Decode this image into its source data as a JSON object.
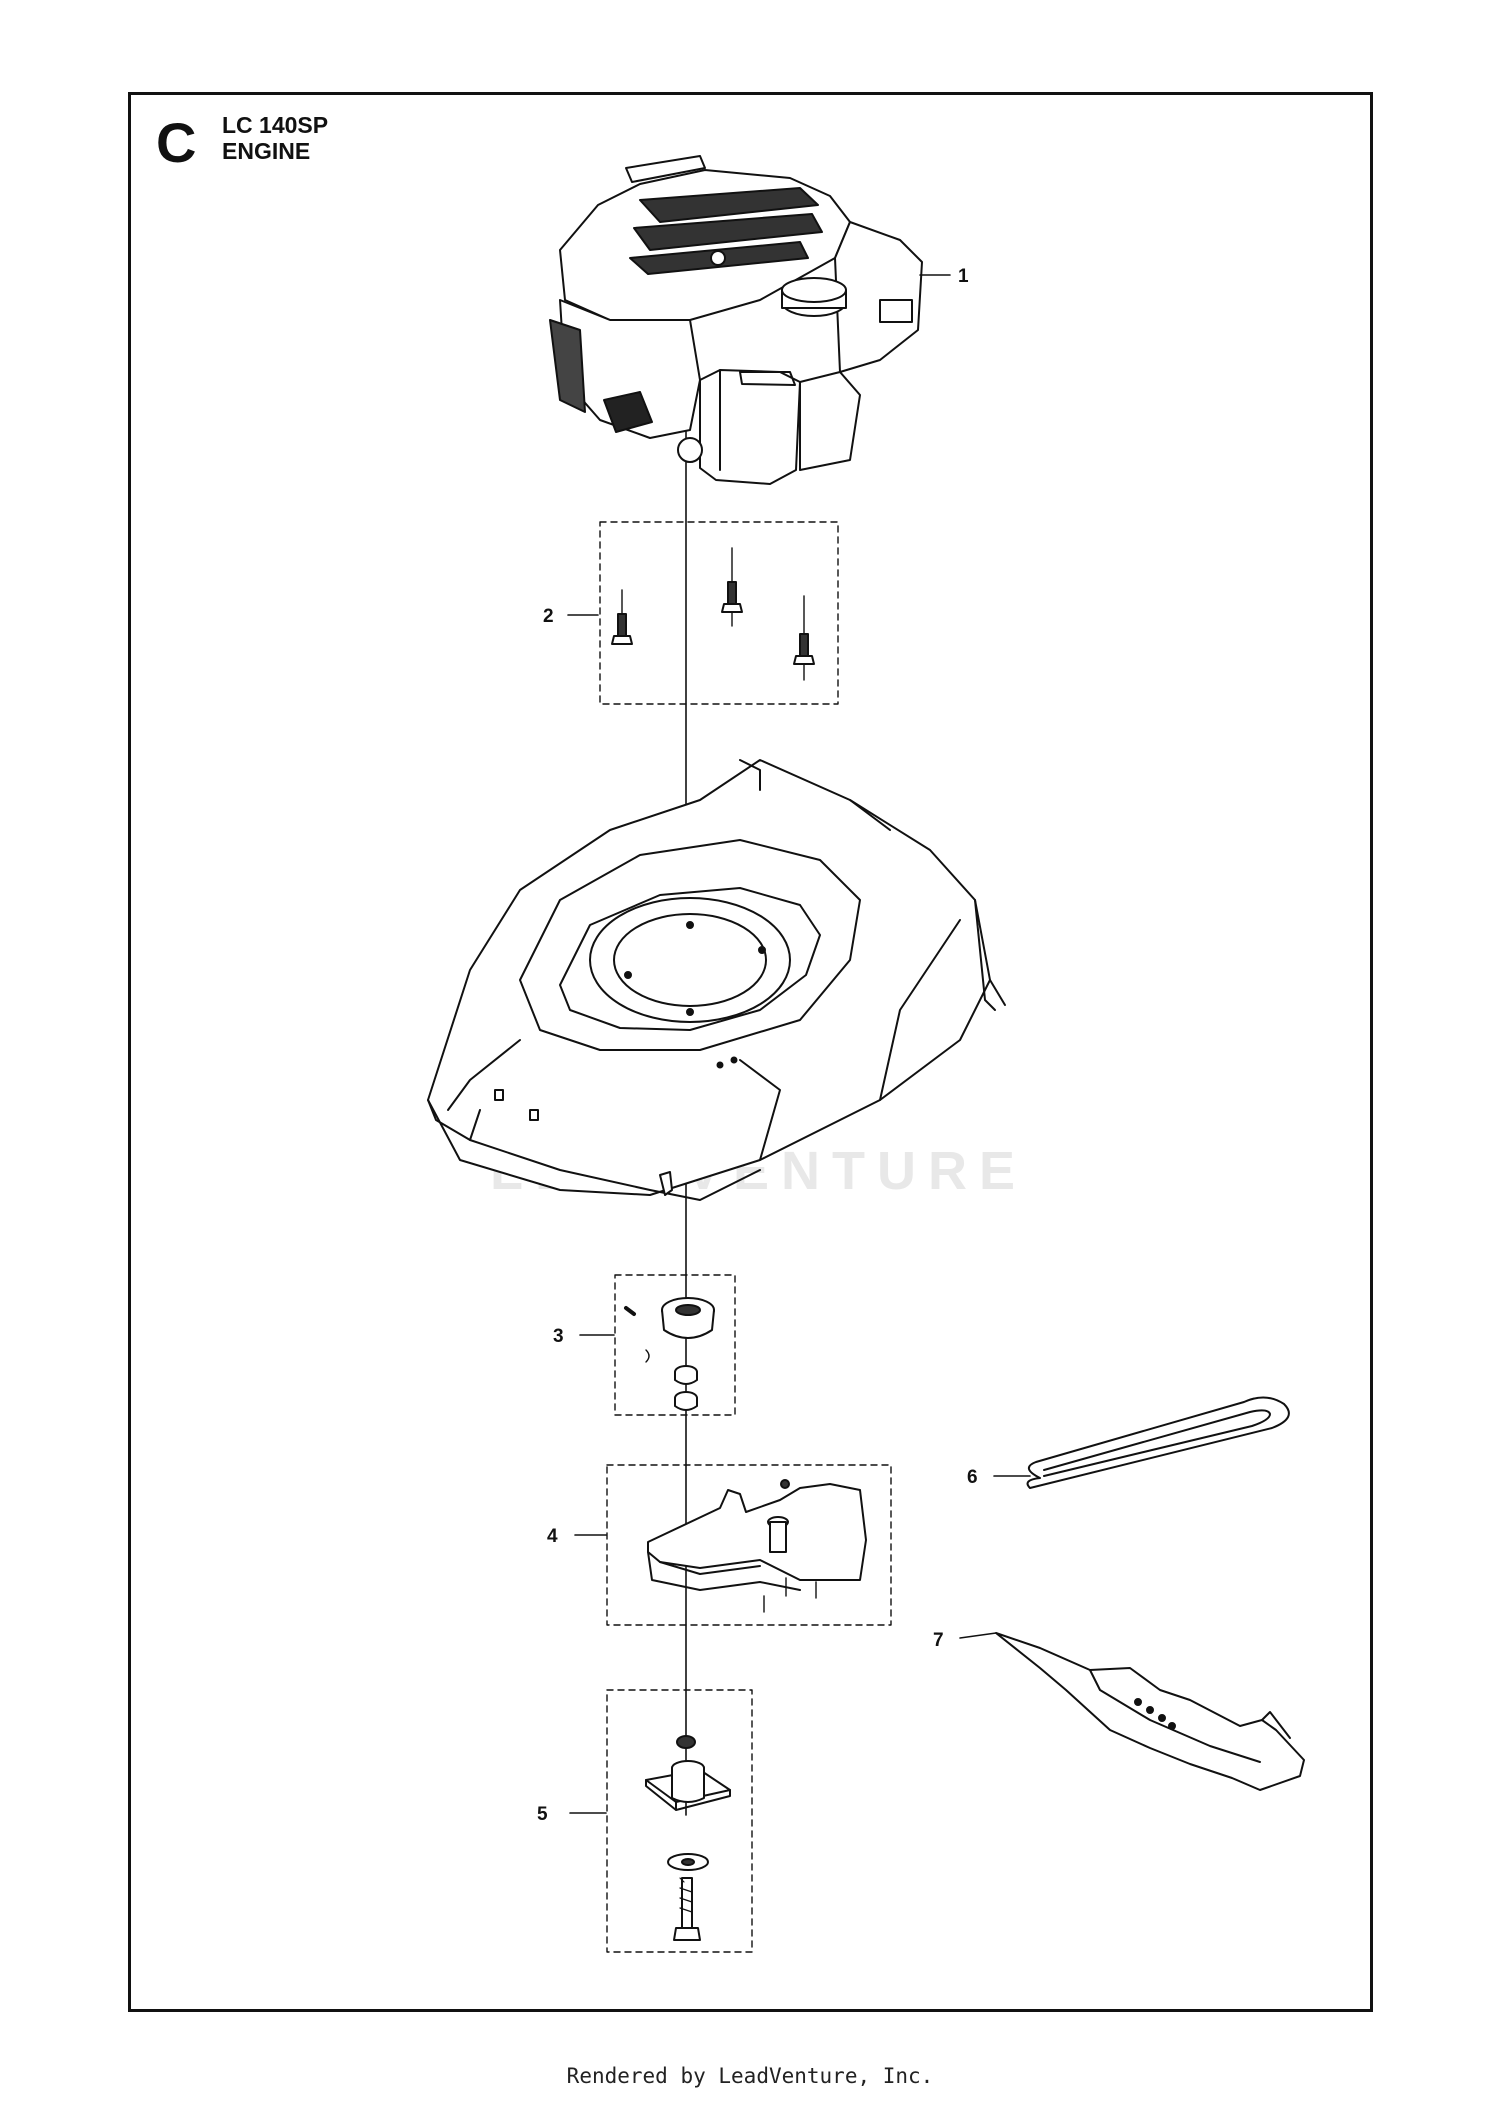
{
  "header": {
    "section_letter": "C",
    "model": "LC 140SP",
    "subtitle": "ENGINE"
  },
  "callouts": [
    {
      "number": "1",
      "part": "engine"
    },
    {
      "number": "2",
      "part": "bolt-kit"
    },
    {
      "number": "3",
      "part": "adapter-kit"
    },
    {
      "number": "4",
      "part": "belt-cover-kit"
    },
    {
      "number": "5",
      "part": "bearing-kit"
    },
    {
      "number": "6",
      "part": "belt"
    },
    {
      "number": "7",
      "part": "blade"
    }
  ],
  "watermark": "LEADVENTURE",
  "footer": "Rendered by LeadVenture, Inc."
}
